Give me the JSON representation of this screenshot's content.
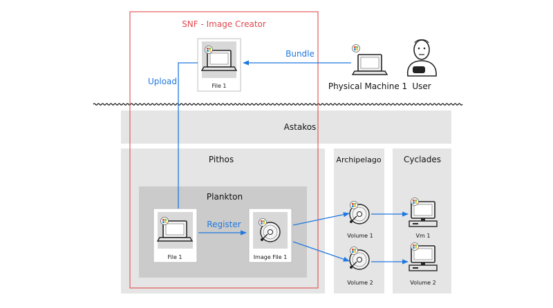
{
  "colors": {
    "accent_blue": "#1f78e0",
    "frame_red": "#e35a5a",
    "panel_light": "#e5e5e5",
    "panel_dark": "#cbcbcb",
    "icon_fill": "#d8d8d8"
  },
  "creator": {
    "title": "SNF - Image Creator",
    "file_label": "File 1"
  },
  "physical": {
    "label": "Physical Machine 1"
  },
  "user": {
    "label": "User"
  },
  "flows": {
    "bundle": "Bundle",
    "upload": "Upload",
    "register": "Register"
  },
  "astakos": {
    "label": "Astakos"
  },
  "pithos": {
    "label": "Pithos",
    "plankton": {
      "label": "Plankton",
      "file_label": "File 1",
      "image_label": "Image File 1"
    }
  },
  "archipelago": {
    "label": "Archipelago",
    "volumes": [
      "Volume 1",
      "Volume 2"
    ]
  },
  "cyclades": {
    "label": "Cyclades",
    "vms": [
      "Vm 1",
      "Volume 2"
    ]
  }
}
